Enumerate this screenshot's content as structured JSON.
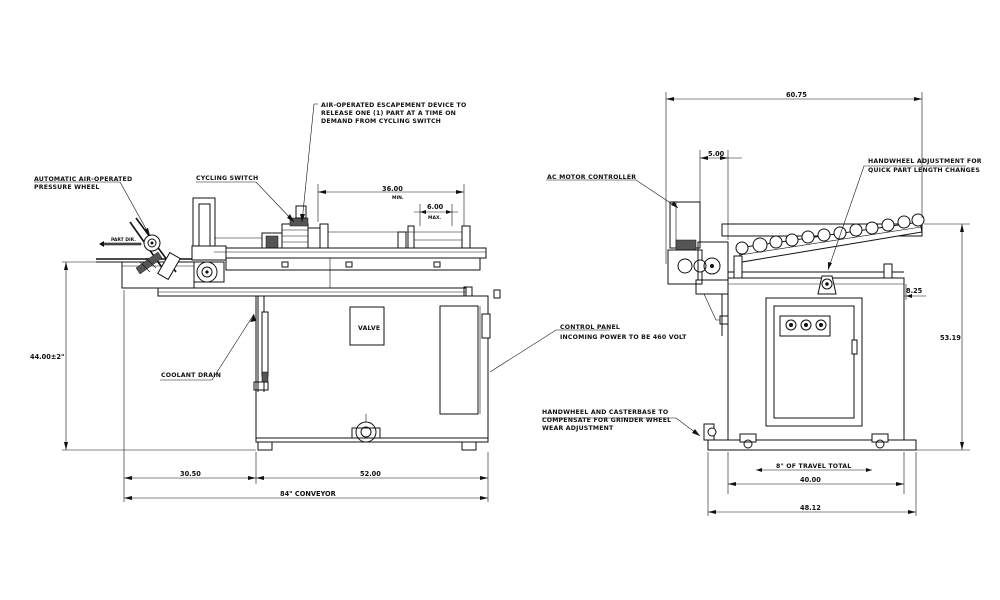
{
  "front_view": {
    "labels": {
      "pressure_wheel": [
        "AUTOMATIC AIR-OPERATED",
        "PRESSURE WHEEL"
      ],
      "escapement": [
        "AIR-OPERATED ESCAPEMENT DEVICE TO",
        "RELEASE ONE (1) PART AT A TIME ON",
        "DEMAND FROM CYCLING SWITCH"
      ],
      "cycling_switch": "CYCLING SWITCH",
      "valve": "VALVE",
      "coolant_drain": "COOLANT DRAIN",
      "control_panel": [
        "CONTROL PANEL",
        "INCOMING POWER TO BE 460 VOLT"
      ],
      "part_direction": "PART DIR."
    },
    "dimensions": {
      "height": "44.00±2\"",
      "travel_36": "36.00",
      "travel_6": "6.00",
      "small_36": "MIN.",
      "small_6": "MAX.",
      "left": "30.50",
      "right": "52.00",
      "overall": "84\" CONVEYOR"
    }
  },
  "side_view": {
    "labels": {
      "ac_motor": "AC MOTOR CONTROLLER",
      "handwheel_top": [
        "HANDWHEEL ADJUSTMENT FOR",
        "QUICK PART LENGTH CHANGES"
      ],
      "handwheel_bottom": [
        "HANDWHEEL AND CASTERBASE TO",
        "COMPENSATE FOR GRINDER WHEEL",
        "WEAR ADJUSTMENT"
      ]
    },
    "dimensions": {
      "top": "60.75",
      "offset": "5.00",
      "height": "53.19",
      "side": "8.25",
      "travel": "8\" OF TRAVEL TOTAL",
      "base": "40.00",
      "overall": "48.12"
    }
  }
}
